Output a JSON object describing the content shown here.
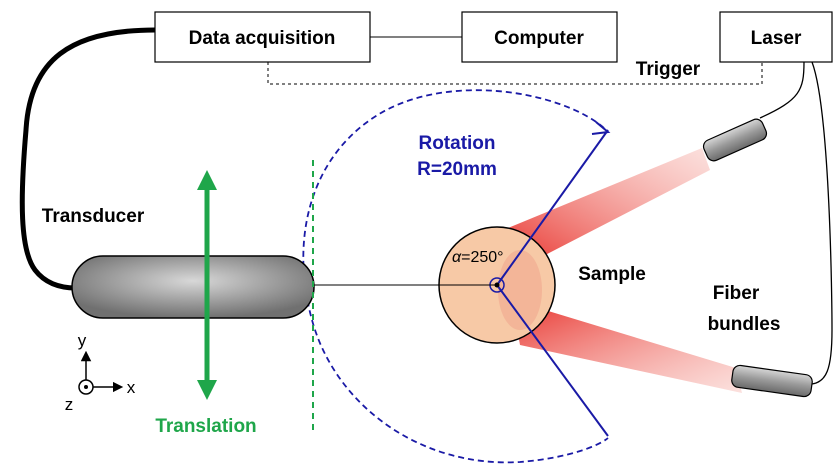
{
  "boxes": {
    "daq": "Data acquisition",
    "computer": "Computer",
    "laser": "Laser"
  },
  "labels": {
    "trigger": "Trigger",
    "rotation": "Rotation",
    "radius": "R=20mm",
    "transducer": "Transducer",
    "sample": "Sample",
    "fiber_line1": "Fiber",
    "fiber_line2": "bundles",
    "translation": "Translation",
    "alpha_symbol": "α",
    "alpha_value": "=250°"
  },
  "axes": {
    "y": "y",
    "x": "x",
    "z": "z"
  },
  "colors": {
    "rotation_blue": "#1a1aa6",
    "translation_green": "#1fa64a",
    "laser_red": "#e8302a",
    "sample_fill": "#f7c9a6",
    "cable": "#000000"
  }
}
